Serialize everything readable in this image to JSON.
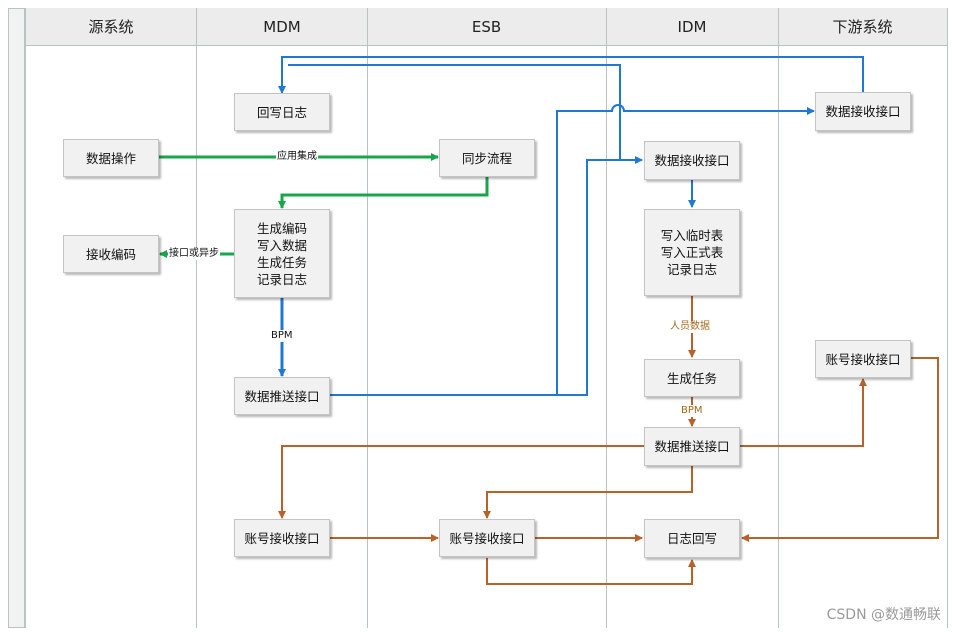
{
  "lanes": {
    "source": "源系统",
    "mdm": "MDM",
    "esb": "ESB",
    "idm": "IDM",
    "downstream": "下游系统"
  },
  "nodes": {
    "mdm_writeback_log": "回写日志",
    "src_data_op": "数据操作",
    "esb_sync_flow": "同步流程",
    "mdm_generate": "生成编码\n写入数据\n生成任务\n记录日志",
    "src_receive_code": "接收编码",
    "mdm_push": "数据推送接口",
    "idm_receive": "数据接收接口",
    "idm_write": "写入临时表\n写入正式表\n记录日志",
    "idm_gen_task": "生成任务",
    "idm_push": "数据推送接口",
    "down_receive": "数据接收接口",
    "down_account_receive": "账号接收接口",
    "mdm_account_receive": "账号接收接口",
    "esb_account_receive": "账号接收接口",
    "idm_log_writeback": "日志回写"
  },
  "edge_labels": {
    "app_integration": "应用集成",
    "api_or_async": "接口或异步",
    "bpm_mdm": "BPM",
    "person_data": "人员数据",
    "bpm_idm": "BPM"
  },
  "colors": {
    "green": "#19a54a",
    "blue": "#1f78d4",
    "orange": "#b7622a",
    "label_orange": "#a26a1c"
  },
  "watermark": "CSDN @数通畅联"
}
